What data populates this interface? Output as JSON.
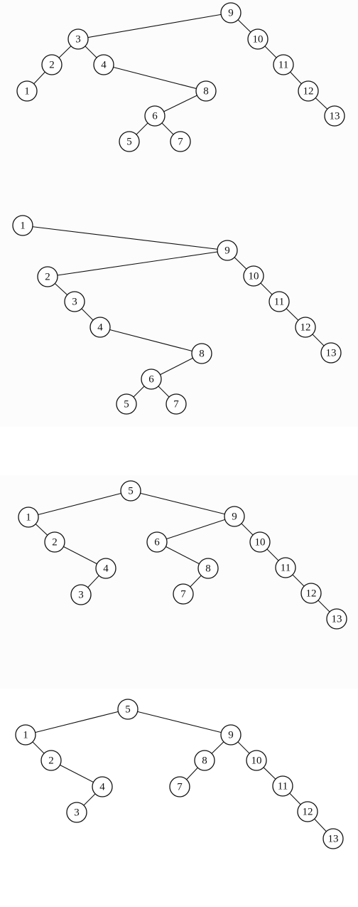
{
  "colors": {
    "stroke": "#111111",
    "node_fill": "#ffffff",
    "background": "#ffffff"
  },
  "trees": [
    {
      "id": "tree-1",
      "nodes": [
        {
          "key": "9"
        },
        {
          "key": "3"
        },
        {
          "key": "10"
        },
        {
          "key": "2"
        },
        {
          "key": "4"
        },
        {
          "key": "11"
        },
        {
          "key": "1"
        },
        {
          "key": "8"
        },
        {
          "key": "12"
        },
        {
          "key": "6"
        },
        {
          "key": "13"
        },
        {
          "key": "5"
        },
        {
          "key": "7"
        }
      ],
      "edges": [
        [
          "9",
          "3"
        ],
        [
          "9",
          "10"
        ],
        [
          "3",
          "2"
        ],
        [
          "3",
          "4"
        ],
        [
          "2",
          "1"
        ],
        [
          "4",
          "8"
        ],
        [
          "8",
          "6"
        ],
        [
          "6",
          "5"
        ],
        [
          "6",
          "7"
        ],
        [
          "10",
          "11"
        ],
        [
          "11",
          "12"
        ],
        [
          "12",
          "13"
        ]
      ]
    },
    {
      "id": "tree-2",
      "nodes": [
        {
          "key": "1"
        },
        {
          "key": "9"
        },
        {
          "key": "2"
        },
        {
          "key": "10"
        },
        {
          "key": "3"
        },
        {
          "key": "11"
        },
        {
          "key": "4"
        },
        {
          "key": "12"
        },
        {
          "key": "8"
        },
        {
          "key": "13"
        },
        {
          "key": "6"
        },
        {
          "key": "5"
        },
        {
          "key": "7"
        }
      ],
      "edges": [
        [
          "1",
          "9"
        ],
        [
          "9",
          "2"
        ],
        [
          "9",
          "10"
        ],
        [
          "2",
          "3"
        ],
        [
          "3",
          "4"
        ],
        [
          "4",
          "8"
        ],
        [
          "8",
          "6"
        ],
        [
          "6",
          "5"
        ],
        [
          "6",
          "7"
        ],
        [
          "10",
          "11"
        ],
        [
          "11",
          "12"
        ],
        [
          "12",
          "13"
        ]
      ]
    },
    {
      "id": "tree-3",
      "nodes": [
        {
          "key": "5"
        },
        {
          "key": "1"
        },
        {
          "key": "9"
        },
        {
          "key": "2"
        },
        {
          "key": "6"
        },
        {
          "key": "10"
        },
        {
          "key": "4"
        },
        {
          "key": "8"
        },
        {
          "key": "11"
        },
        {
          "key": "3"
        },
        {
          "key": "7"
        },
        {
          "key": "12"
        },
        {
          "key": "13"
        }
      ],
      "edges": [
        [
          "5",
          "1"
        ],
        [
          "5",
          "9"
        ],
        [
          "1",
          "2"
        ],
        [
          "2",
          "4"
        ],
        [
          "4",
          "3"
        ],
        [
          "9",
          "6"
        ],
        [
          "9",
          "10"
        ],
        [
          "6",
          "8"
        ],
        [
          "8",
          "7"
        ],
        [
          "10",
          "11"
        ],
        [
          "11",
          "12"
        ],
        [
          "12",
          "13"
        ]
      ]
    },
    {
      "id": "tree-4",
      "nodes": [
        {
          "key": "5"
        },
        {
          "key": "1"
        },
        {
          "key": "9"
        },
        {
          "key": "2"
        },
        {
          "key": "8"
        },
        {
          "key": "10"
        },
        {
          "key": "4"
        },
        {
          "key": "7"
        },
        {
          "key": "11"
        },
        {
          "key": "3"
        },
        {
          "key": "12"
        },
        {
          "key": "13"
        }
      ],
      "edges": [
        [
          "5",
          "1"
        ],
        [
          "5",
          "9"
        ],
        [
          "1",
          "2"
        ],
        [
          "2",
          "4"
        ],
        [
          "4",
          "3"
        ],
        [
          "9",
          "8"
        ],
        [
          "9",
          "10"
        ],
        [
          "8",
          "7"
        ],
        [
          "10",
          "11"
        ],
        [
          "11",
          "12"
        ],
        [
          "12",
          "13"
        ]
      ]
    }
  ]
}
